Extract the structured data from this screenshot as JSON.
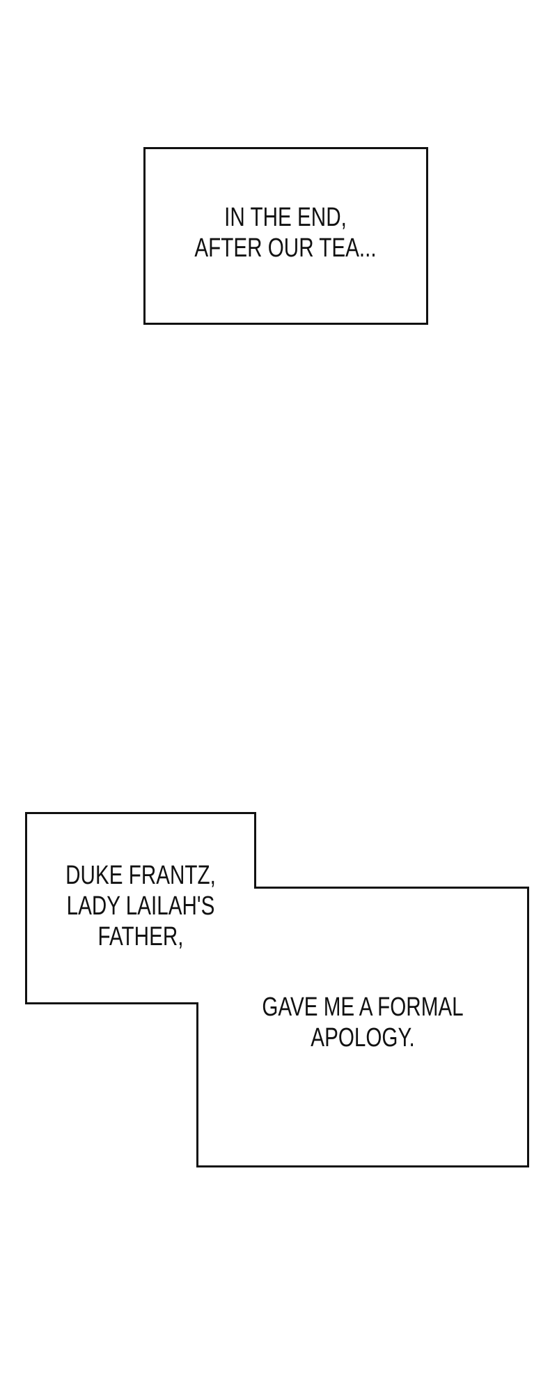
{
  "page": {
    "background": "#ffffff",
    "stroke_color": "#111111"
  },
  "panels": [
    {
      "id": "narration-box-1",
      "shape": "rectangle",
      "lines": [
        "IN THE END,",
        "AFTER OUR TEA..."
      ]
    },
    {
      "id": "narration-box-2",
      "shape": "stepped-polygon",
      "segments": [
        {
          "id": "left-part",
          "lines": [
            "DUKE FRANTZ,",
            "LADY LAILAH'S",
            "FATHER,"
          ]
        },
        {
          "id": "right-part",
          "lines": [
            "GAVE ME A FORMAL",
            "APOLOGY."
          ]
        }
      ]
    }
  ]
}
